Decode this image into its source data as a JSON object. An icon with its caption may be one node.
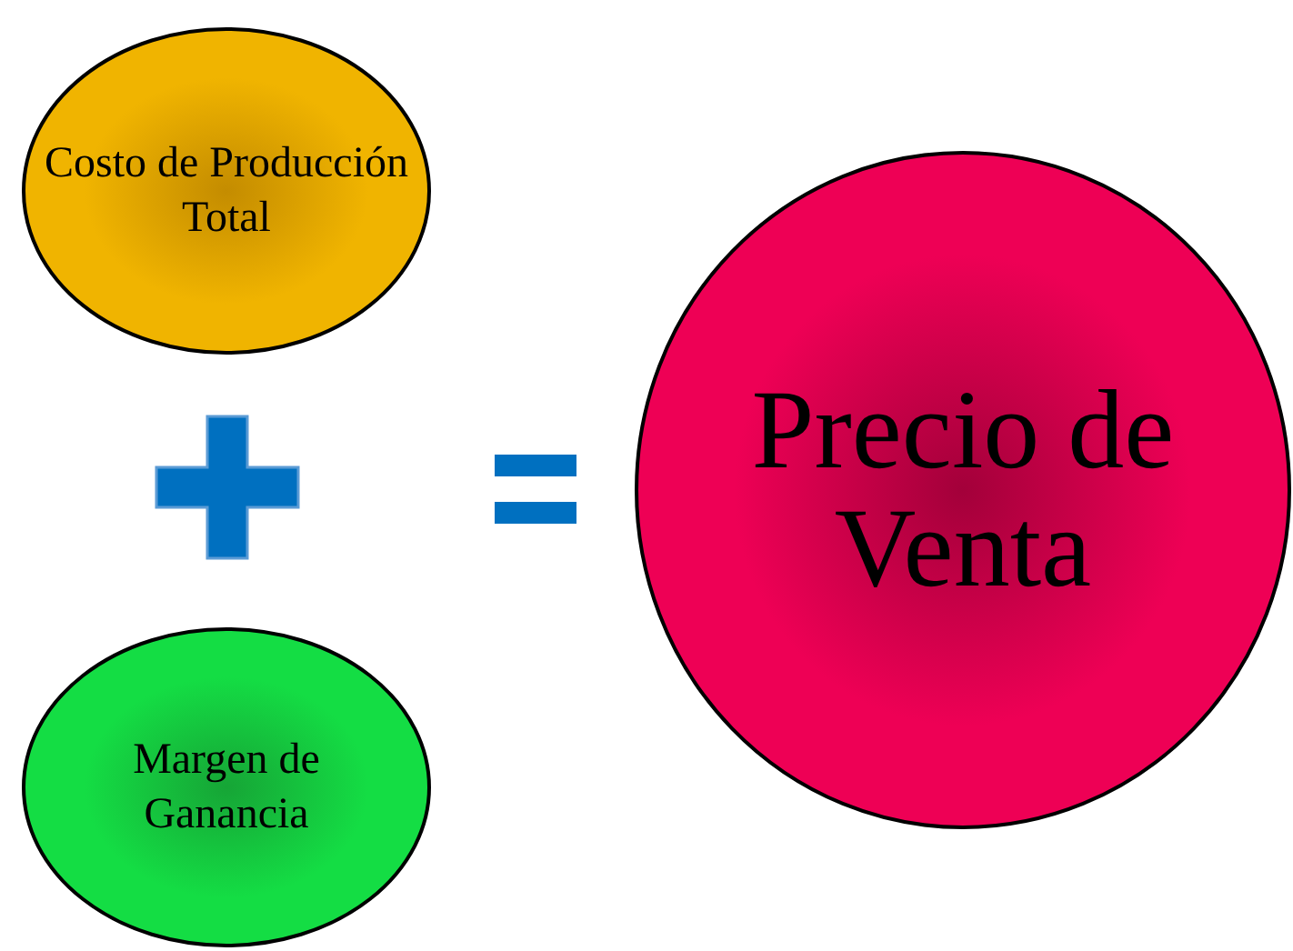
{
  "diagram": {
    "nodes": [
      {
        "text": [
          "Costo de Producción Total"
        ]
      },
      {
        "text": [
          "Margen de Ganancia"
        ]
      },
      {
        "text": [
          "Precio de Venta"
        ]
      }
    ]
  }
}
